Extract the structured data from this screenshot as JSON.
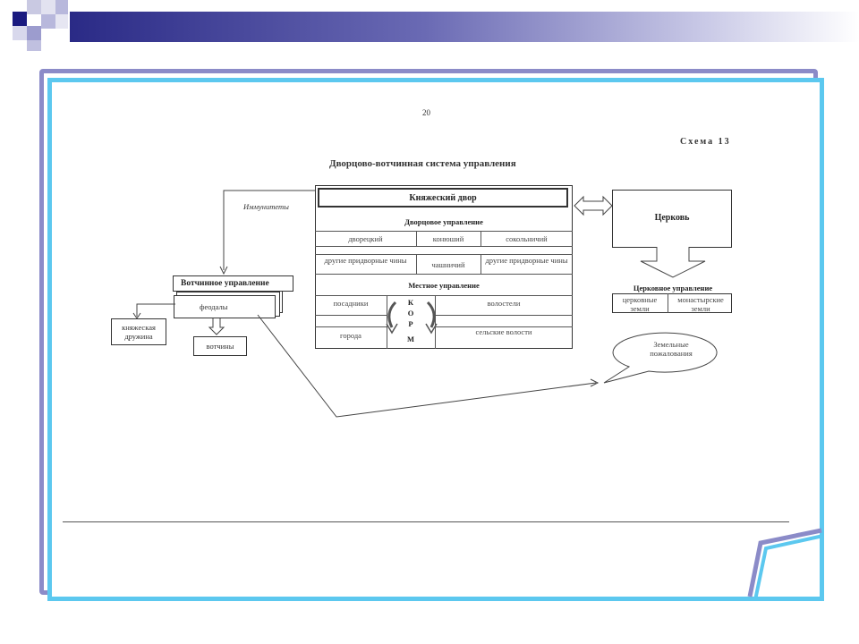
{
  "slide": {
    "page_number": "20",
    "scheme_label": "Схема 13",
    "title": "Дворцово-вотчинная система управления",
    "colors": {
      "top_bar": "#2a2a86",
      "frame_back": "#8b8bc8",
      "frame_front": "#5cc8ef",
      "deco_dark": "#1a1a80",
      "deco_light": "#b8b8dc"
    }
  },
  "diagram": {
    "court": "Княжеский двор",
    "palace_admin": "Дворцовое управление",
    "palace_officials": [
      "дворецкий",
      "конюший",
      "сокольничий"
    ],
    "palace_officials_row2": [
      "другие придворные чины",
      "чашничий",
      "другие придворные чины"
    ],
    "local_admin": "Местное управление",
    "local_left_top": "посадники",
    "local_right_top": "волостели",
    "local_left_bottom": "города",
    "local_right_bottom": "сельские волости",
    "korm": [
      "К",
      "О",
      "Р",
      "М"
    ],
    "church": "Церковь",
    "church_admin": "Церковное управление",
    "church_lands": [
      "церковные земли",
      "монастырские земли"
    ],
    "votchina_admin": "Вотчинное управление",
    "feudals": "феодалы",
    "druzhina": "княжеская дружина",
    "votchiny": "вотчины",
    "immunities": "Иммунитеты",
    "land_grants": "Земельные пожалования"
  }
}
